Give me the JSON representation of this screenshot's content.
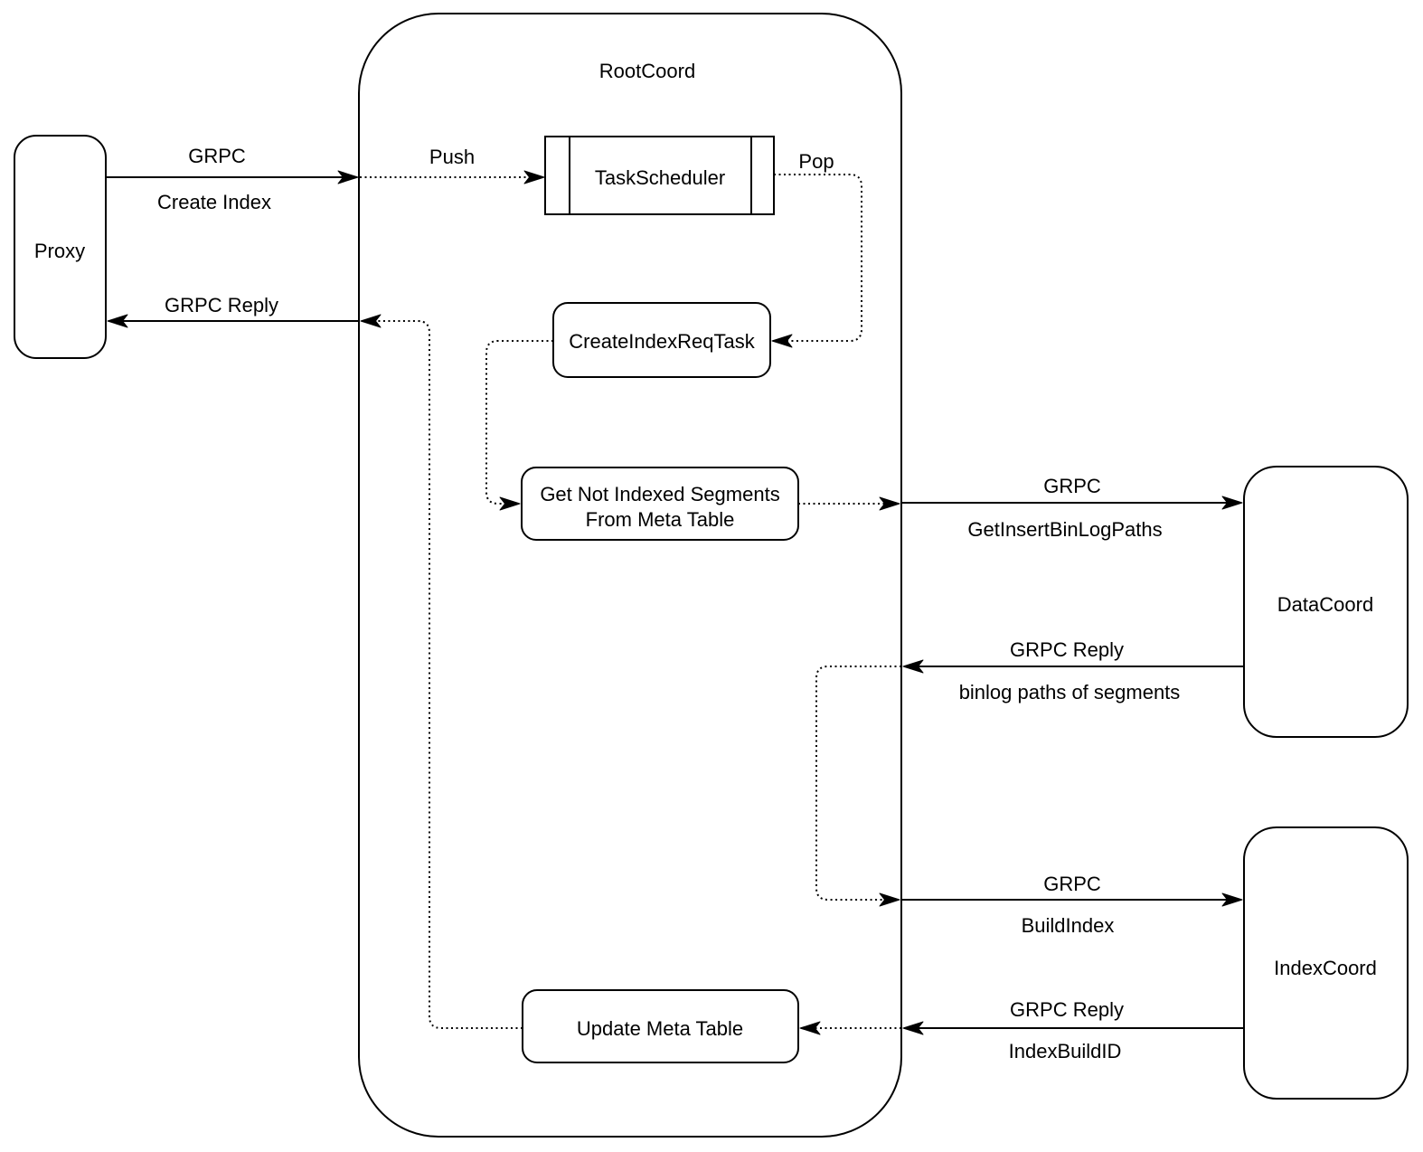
{
  "diagram": {
    "type": "flow-diagram",
    "container": {
      "label": "RootCoord"
    },
    "nodes": {
      "proxy": {
        "label": "Proxy"
      },
      "task_scheduler": {
        "label": "TaskScheduler"
      },
      "create_index_req_task": {
        "label": "CreateIndexReqTask"
      },
      "get_not_indexed_segments": {
        "line1": "Get Not Indexed Segments",
        "line2": "From Meta Table"
      },
      "update_meta_table": {
        "label": "Update Meta Table"
      },
      "data_coord": {
        "label": "DataCoord"
      },
      "index_coord": {
        "label": "IndexCoord"
      }
    },
    "edges": {
      "create_index_request": {
        "protocol": "GRPC",
        "operation": "Create Index"
      },
      "push": {
        "label": "Push"
      },
      "pop": {
        "label": "Pop"
      },
      "get_insert_binlog_paths": {
        "protocol": "GRPC",
        "operation": "GetInsertBinLogPaths"
      },
      "binlog_paths_reply": {
        "protocol": "GRPC Reply",
        "operation": "binlog paths of segments"
      },
      "build_index": {
        "protocol": "GRPC",
        "operation": "BuildIndex"
      },
      "index_build_id_reply": {
        "protocol": "GRPC Reply",
        "operation": "IndexBuildID"
      },
      "grpc_reply_to_proxy": {
        "label": "GRPC Reply"
      }
    },
    "colors": {
      "stroke": "#000000",
      "background": "#ffffff"
    }
  }
}
